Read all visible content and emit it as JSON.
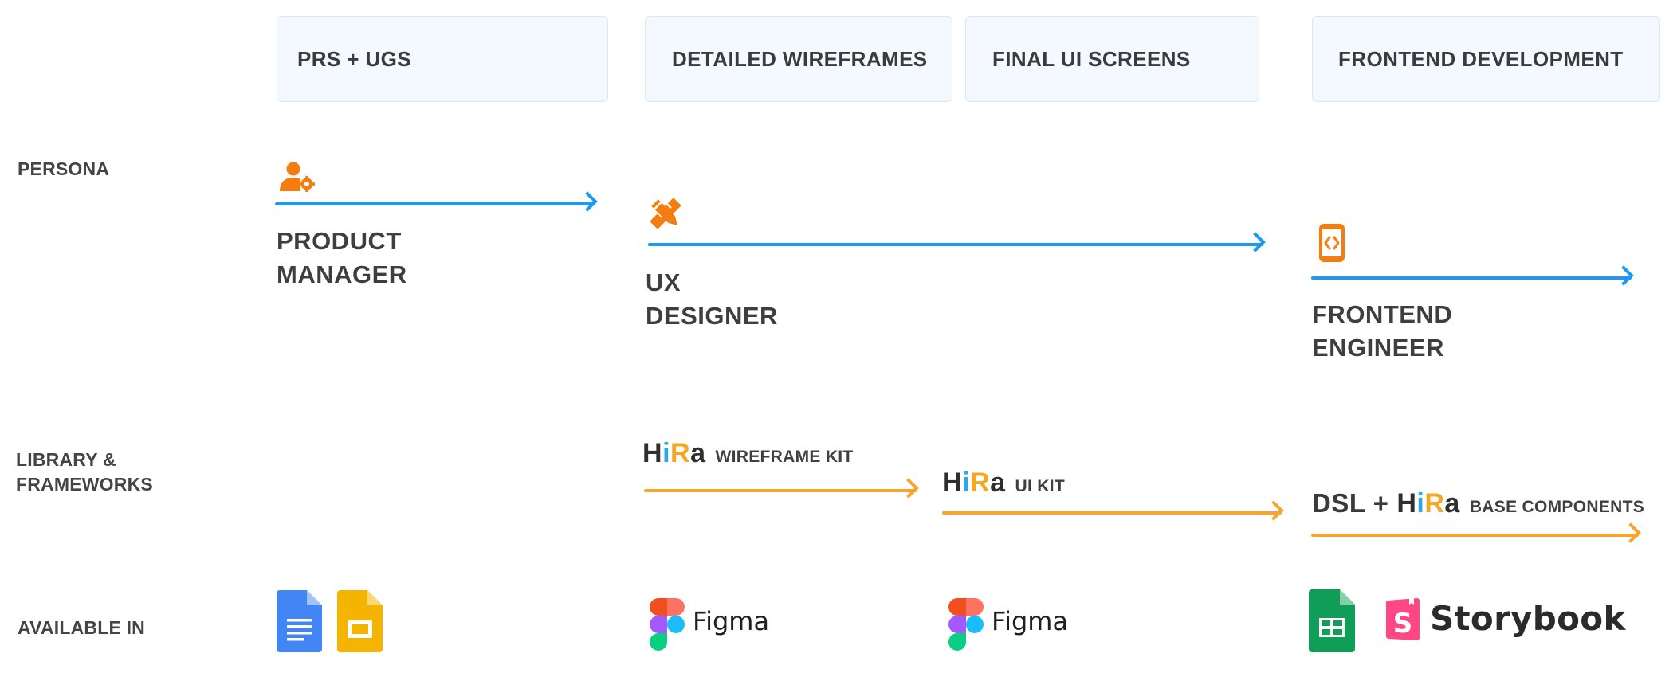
{
  "phases": [
    {
      "label": "PRS + UGS"
    },
    {
      "label": "DETAILED WIREFRAMES"
    },
    {
      "label": "FINAL UI SCREENS"
    },
    {
      "label": "FRONTEND DEVELOPMENT"
    }
  ],
  "rows": {
    "persona": "PERSONA",
    "library": "LIBRARY &\nFRAMEWORKS",
    "available": "AVAILABLE IN"
  },
  "personas": [
    {
      "line1": "PRODUCT",
      "line2": "MANAGER",
      "icon": "user-gear-icon"
    },
    {
      "line1": "UX",
      "line2": "DESIGNER",
      "icon": "pencil-ruler-icon"
    },
    {
      "line1": "FRONTEND",
      "line2": "ENGINEER",
      "icon": "mobile-code-icon"
    }
  ],
  "libraries": {
    "hira_wordmark": "HiRa",
    "wireframe_kit": "WIREFRAME KIT",
    "ui_kit": "UI KIT",
    "dsl_prefix": "DSL +",
    "base_components": "BASE COMPONENTS"
  },
  "tools": {
    "figma_1": "Figma",
    "figma_2": "Figma",
    "storybook": "Storybook"
  },
  "colors": {
    "persona_arrow": "#1a9af5",
    "library_arrow": "#f7a531",
    "icon_orange": "#f57c0f",
    "phase_bg": "#f3f9fe"
  }
}
